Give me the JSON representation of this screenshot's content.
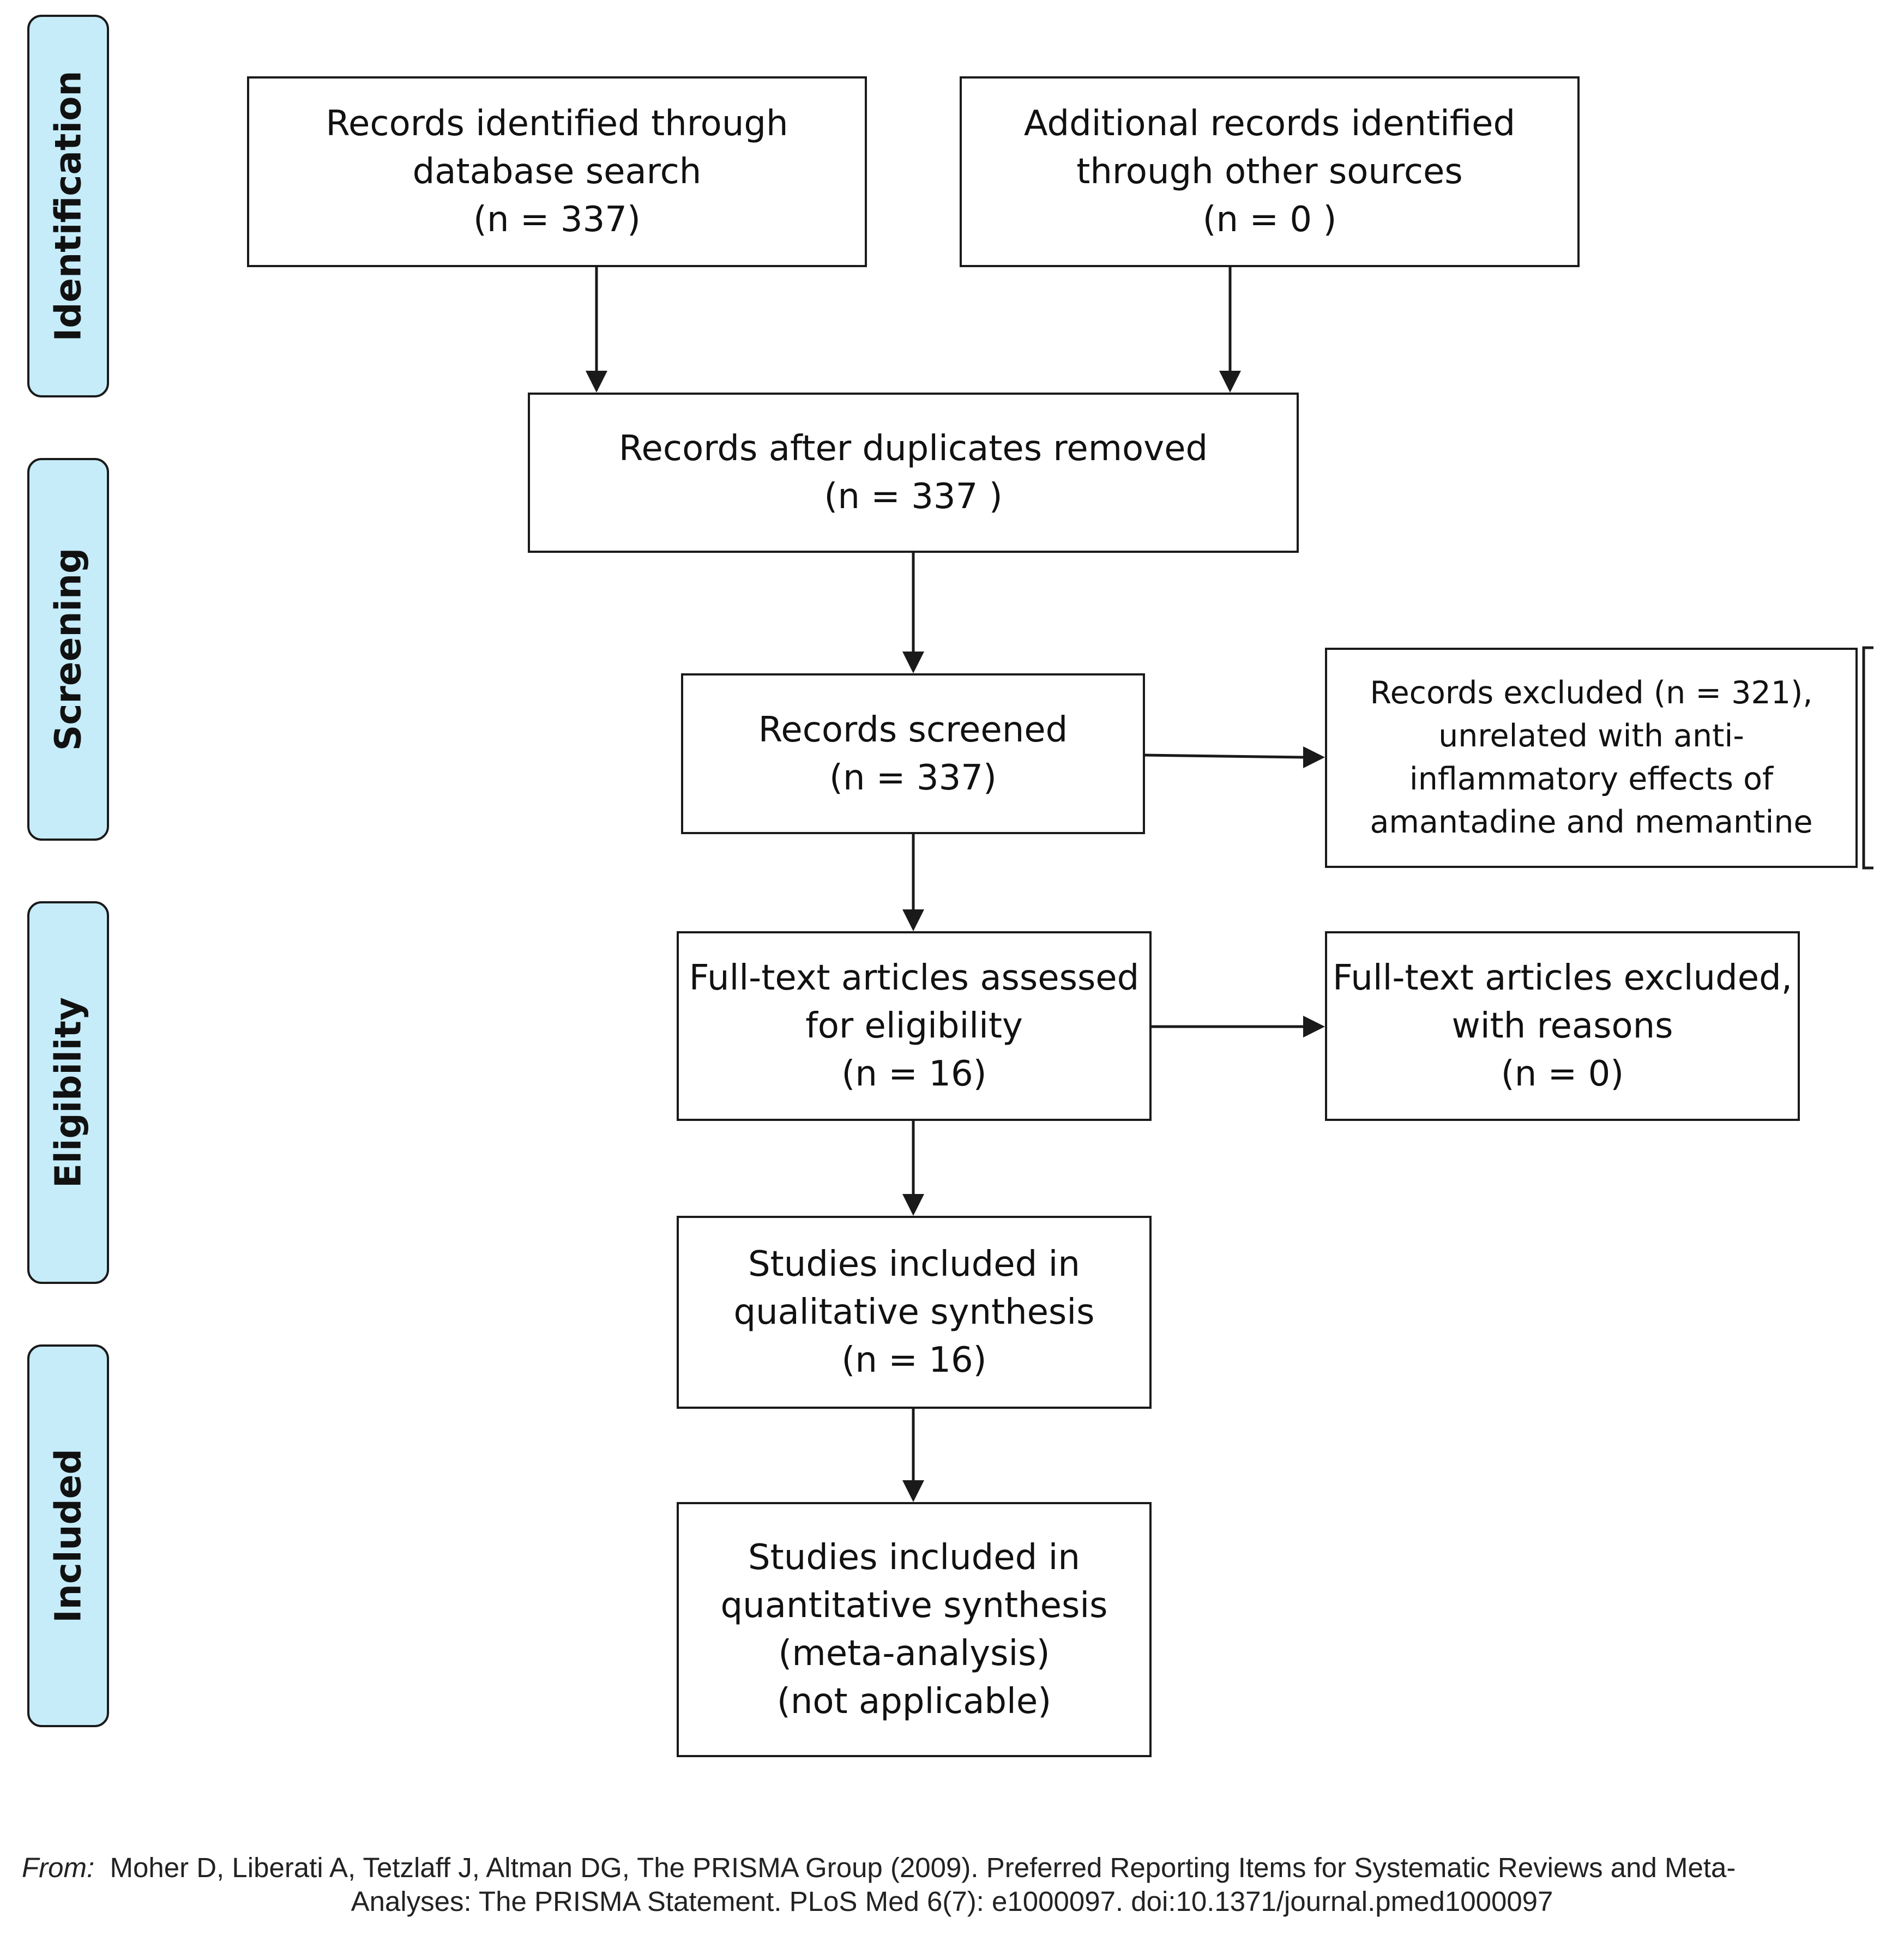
{
  "phases": {
    "identification": "Identification",
    "screening": "Screening",
    "eligibility": "Eligibility",
    "included": "Included"
  },
  "boxes": {
    "database_search": [
      "Records identified through",
      "database search",
      "(n = 337)"
    ],
    "other_sources": [
      "Additional records identified",
      "through other sources",
      "(n = 0 )"
    ],
    "duplicates_removed": [
      "Records after duplicates removed",
      "(n = 337 )"
    ],
    "records_screened": [
      "Records screened",
      "(n = 337)"
    ],
    "records_excluded": [
      "Records excluded (n = 321),",
      "unrelated with anti-",
      "inflammatory effects of",
      "amantadine and memantine"
    ],
    "fulltext_assessed": [
      "Full-text articles assessed",
      "for eligibility",
      "(n = 16)"
    ],
    "fulltext_excluded": [
      "Full-text articles excluded,",
      "with reasons",
      "(n = 0)"
    ],
    "qualitative": [
      "Studies included in",
      "qualitative synthesis",
      "(n = 16)"
    ],
    "quantitative": [
      "Studies included in",
      "quantitative synthesis",
      "(meta-analysis)",
      "(not applicable)"
    ]
  },
  "footer": {
    "from": "From:",
    "line1": "Moher D, Liberati A, Tetzlaff J, Altman DG, The PRISMA Group (2009). Preferred Reporting Items for Systematic Reviews and Meta-",
    "line2": "Analyses: The PRISMA Statement. PLoS Med 6(7): e1000097. doi:10.1371/journal.pmed1000097"
  }
}
